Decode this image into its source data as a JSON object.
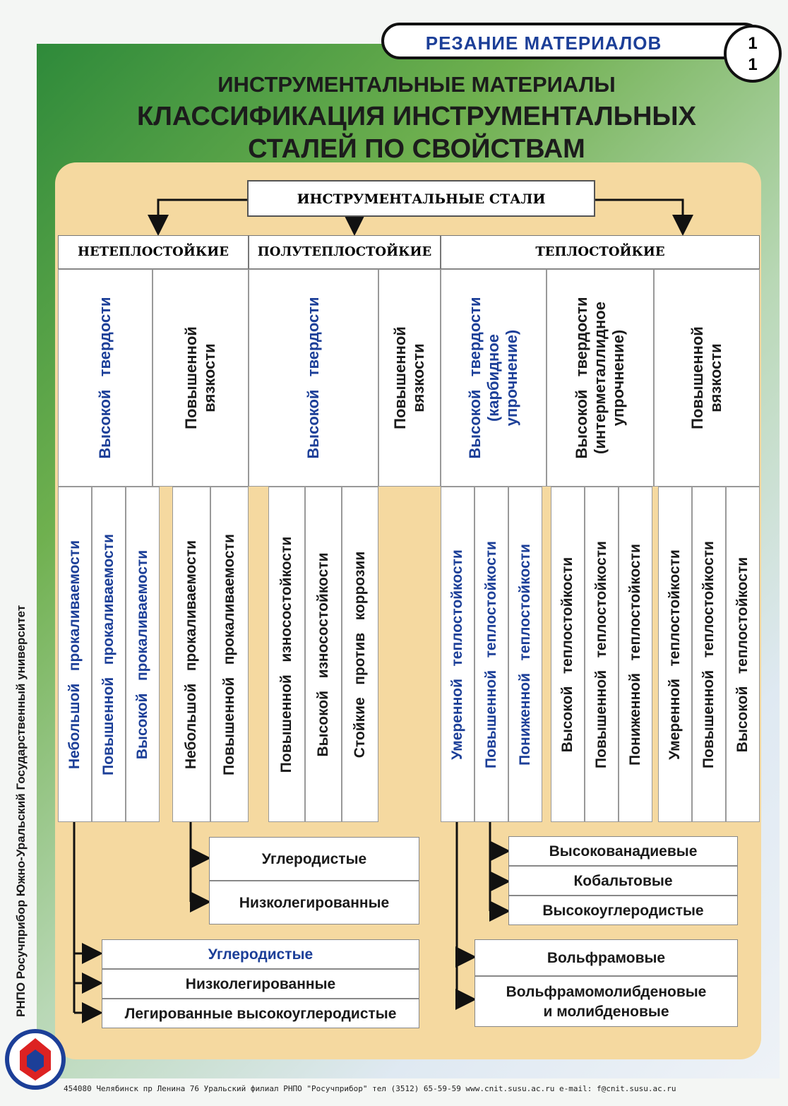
{
  "header": {
    "section": "РЕЗАНИЕ   МАТЕРИАЛОВ",
    "sheet_top": "1",
    "sheet_bottom": "1"
  },
  "title": {
    "line1": "ИНСТРУМЕНТАЛЬНЫЕ   МАТЕРИАЛЫ",
    "line2": "КЛАССИФИКАЦИЯ   ИНСТРУМЕНТАЛЬНЫХ",
    "line3": "СТАЛЕЙ   ПО   СВОЙСТВАМ"
  },
  "root": "ИНСТРУМЕНТАЛЬНЫЕ   СТАЛИ",
  "categories": [
    "НЕТЕПЛОСТОЙКИЕ",
    "ПОЛУТЕПЛОСТОЙКИЕ",
    "ТЕПЛОСТОЙКИЕ"
  ],
  "subgroups": [
    "Высокой   твердости",
    "Повышенной\nвязкости",
    "Высокой   твердости",
    "Повышенной\nвязкости",
    "Высокой   твердости\n(карбидное\nупрочнение)",
    "Высокой   твердости\n(интерметаллидное\nупрочнение)",
    "Повышенной\nвязкости"
  ],
  "leaves": [
    "Небольшой   прокаливаемости",
    "Повышенной   прокаливаемости",
    "Высокой   прокаливаемости",
    "Небольшой   прокаливаемости",
    "Повышенной   прокаливаемости",
    "Повышенной   износостойкости",
    "Высокой   износостойкости",
    "Стойкие   против   коррозии",
    "Умеренной   теплостойкости",
    "Повышенной   теплостойкости",
    "Пониженной   теплостойкости",
    "Высокой   теплостойкости",
    "Повышенной   теплостойкости",
    "Пониженной   теплостойкости",
    "Умеренной   теплостойкости",
    "Повышенной   теплостойкости",
    "Высокой   теплостойкости"
  ],
  "types": {
    "tough_nonheat": [
      "Углеродистые",
      "Низколегированные"
    ],
    "hard_nonheat": [
      "Углеродистые",
      "Низколегированные",
      "Легированные   высокоуглеродистые"
    ],
    "carbide": [
      "Высокованадиевые",
      "Кобальтовые",
      "Высокоуглеродистые"
    ],
    "heat_main": [
      "Вольфрамовые",
      "Вольфрамомолибденовые\nи   молибденовые"
    ]
  },
  "sidebar": "РНПО  Росучприбор        Южно-Уральский  Государственный  университет",
  "footer": "454080  Челябинск  пр  Ленина  76  Уральский филиал РНПО \"Росучприбор\"  тел  (3512) 65-59-59  www.cnit.susu.ac.ru  e-mail: f@cnit.susu.ac.ru",
  "colors": {
    "accent_text": "#1c3f98",
    "frame": "#f5d9a0",
    "gradient_start": "#2e8a3a"
  }
}
